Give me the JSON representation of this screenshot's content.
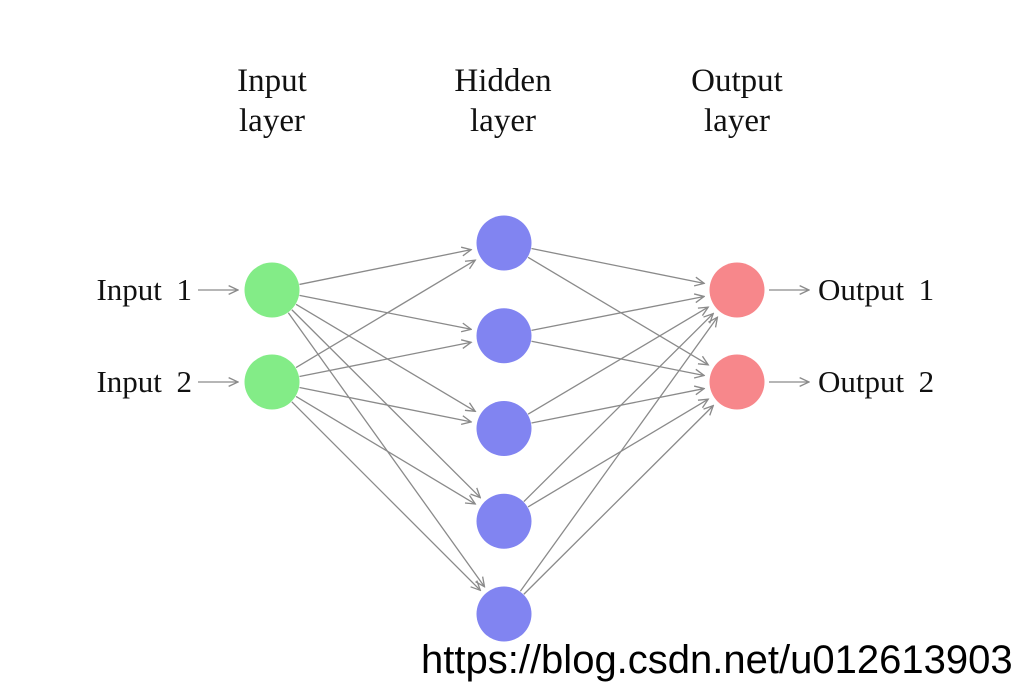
{
  "diagram": {
    "type": "neural-network",
    "connectivity": "fully-connected",
    "edge_color": "#8A8A8A",
    "layers": [
      {
        "id": "input",
        "header": "Input\nlayer",
        "node_count": 2,
        "node_color": "#83EC87",
        "labels": [
          "Input 1",
          "Input 2"
        ],
        "label_side": "left"
      },
      {
        "id": "hidden",
        "header": "Hidden\nlayer",
        "node_count": 5,
        "node_color": "#8184F1",
        "labels": [],
        "label_side": "none"
      },
      {
        "id": "output",
        "header": "Output\nlayer",
        "node_count": 2,
        "node_color": "#F7878B",
        "labels": [
          "Output 1",
          "Output 2"
        ],
        "label_side": "right"
      }
    ]
  },
  "watermark": {
    "text": "https://blog.csdn.net/u012613903"
  }
}
